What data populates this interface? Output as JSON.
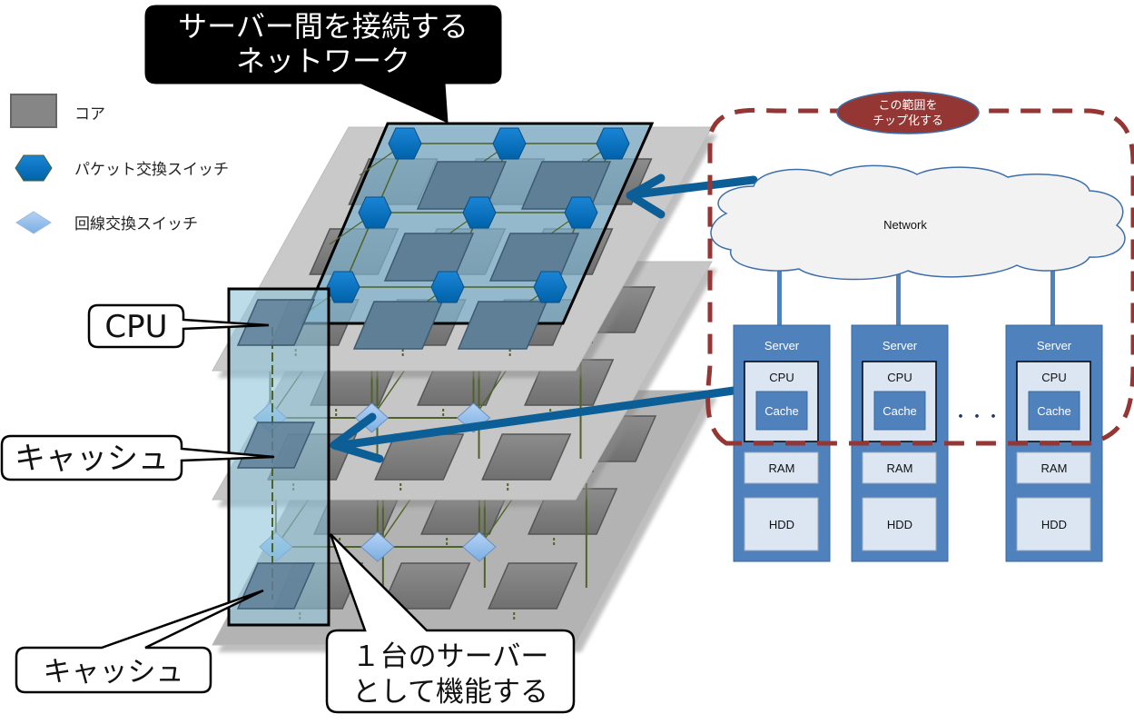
{
  "legend": {
    "items": [
      {
        "icon": "core-square-icon",
        "label": "コア"
      },
      {
        "icon": "packet-switch-hexagon-icon",
        "label": "パケット交換スイッチ"
      },
      {
        "icon": "circuit-switch-diamond-icon",
        "label": "回線交換スイッチ"
      }
    ]
  },
  "callouts": {
    "network_title": [
      "サーバー間を接続する",
      "ネットワーク"
    ],
    "cpu": "CPU",
    "cache_upper": "キャッシュ",
    "cache_lower": "キャッシュ",
    "single_server": [
      "１台のサーバー",
      "として機能する"
    ]
  },
  "chip_scope": {
    "label": [
      "この範囲を",
      "チップ化する"
    ]
  },
  "network": {
    "label": "Network"
  },
  "servers": [
    {
      "title": "Server",
      "cpu": "CPU",
      "cache": "Cache",
      "ram": "RAM",
      "hdd": "HDD"
    },
    {
      "title": "Server",
      "cpu": "CPU",
      "cache": "Cache",
      "ram": "RAM",
      "hdd": "HDD"
    },
    {
      "title": "Server",
      "cpu": "CPU",
      "cache": "Cache",
      "ram": "RAM",
      "hdd": "HDD"
    }
  ],
  "ellipsis": "・・・",
  "colors": {
    "server_blue": "#4f81bd",
    "server_panel": "#dce6f2",
    "arrow_blue": "#0c5f96",
    "scope_red": "#943634",
    "packet_switch": "#0070c0",
    "circuit_switch": "#8db4e2",
    "core_gray": "#7f7f7f",
    "overlay_blue": "#7fb3cf",
    "wire_green": "#4f6228"
  }
}
